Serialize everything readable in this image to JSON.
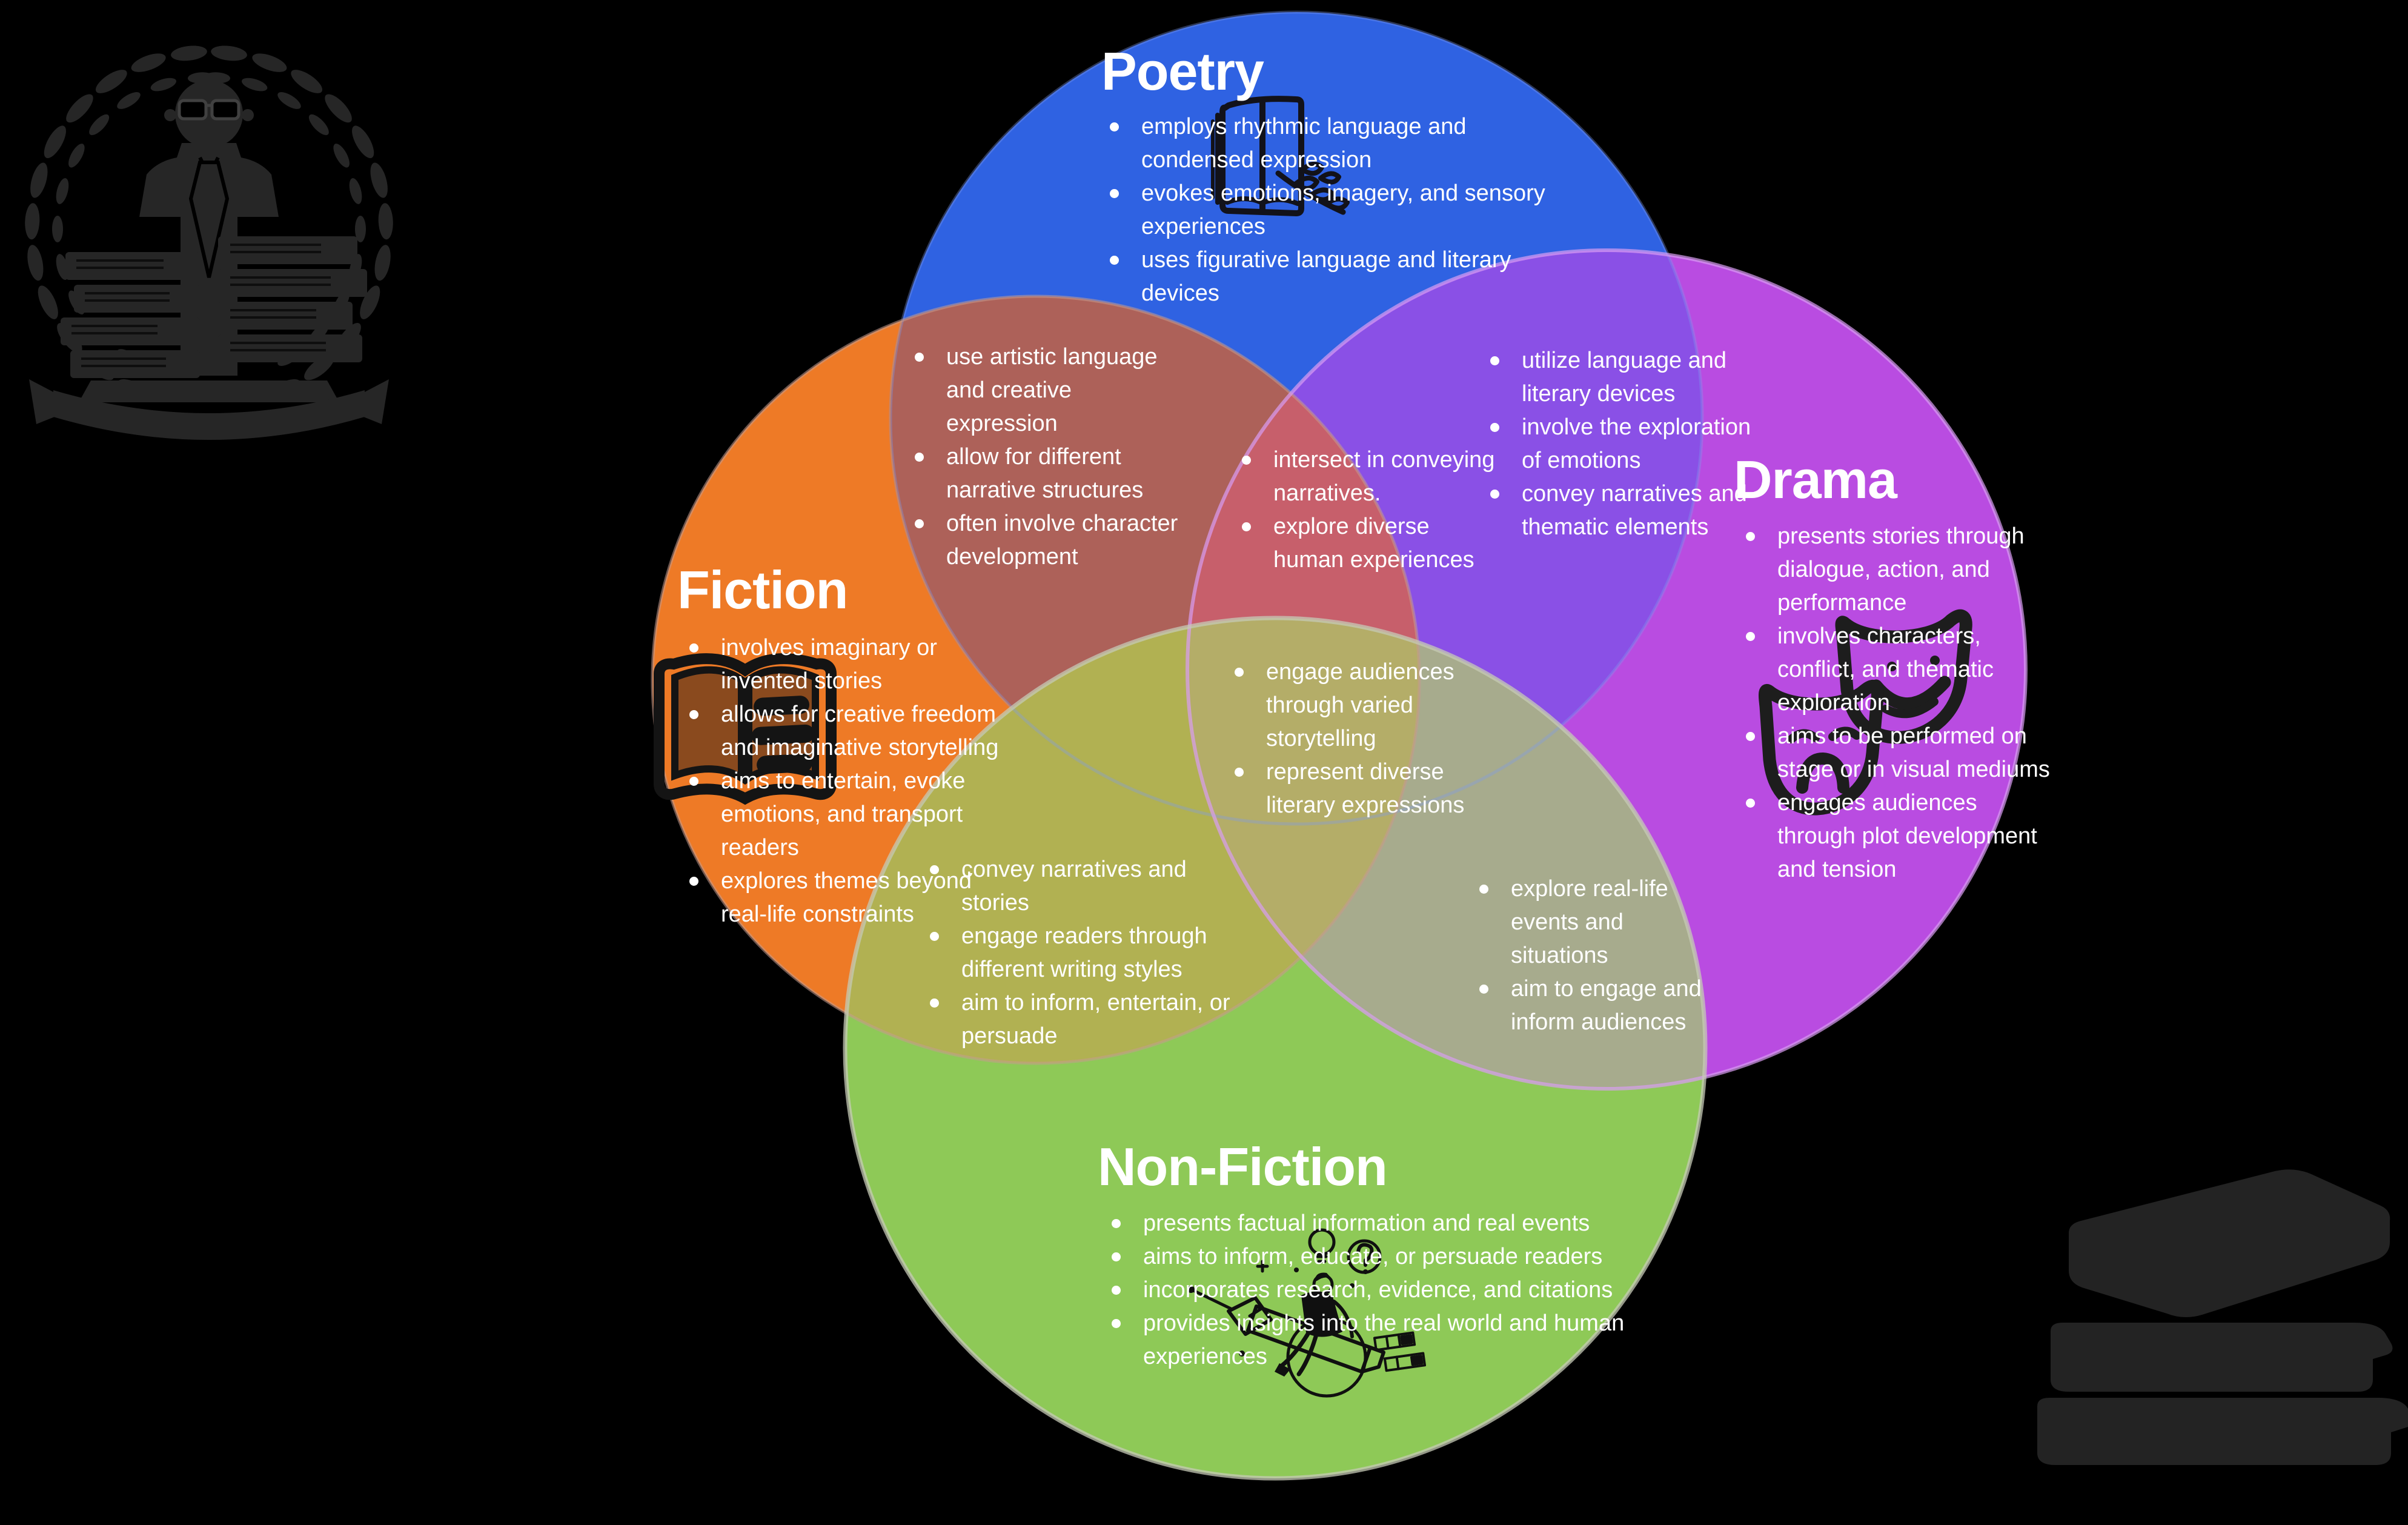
{
  "background": "#000000",
  "text_color": "#ffffff",
  "colors": {
    "poetry": "#2f62e2",
    "fiction": "#ee7a26",
    "drama": "#b94ce1",
    "nonfiction": "#8ec957",
    "poetry_fiction": "#ad6159",
    "poetry_drama": "#8a50e6",
    "poetry_fiction_drama": "#c75f6b",
    "fiction_nonfiction": "#b1b152",
    "drama_nonfiction": "#a7ab8d",
    "center": "#b4ad68"
  },
  "venn": {
    "poetry": {
      "label": "Poetry",
      "items": [
        "employs rhythmic language and condensed expression",
        "evokes emotions, imagery, and sensory experiences",
        "uses figurative language and literary devices"
      ]
    },
    "fiction": {
      "label": "Fiction",
      "items": [
        " involves imaginary or invented stories",
        "allows for creative freedom and imaginative storytelling",
        "aims to entertain, evoke emotions, and transport readers",
        "explores themes beyond real-life constraints"
      ]
    },
    "drama": {
      "label": "Drama",
      "items": [
        "presents stories through dialogue, action, and performance",
        "involves characters, conflict, and thematic exploration",
        "aims to be performed on stage or in visual mediums",
        "engages audiences through plot development and tension"
      ]
    },
    "nonfiction": {
      "label": "Non-Fiction",
      "items": [
        "presents factual information and real events",
        "aims to inform, educate, or persuade readers",
        "incorporates research, evidence, and citations",
        "provides insights into the real world and human experiences"
      ]
    },
    "poetry_fiction": {
      "items": [
        "use artistic language and creative expression",
        "allow for different narrative structures",
        "often involve character development"
      ]
    },
    "poetry_drama": {
      "items": [
        "utilize language and literary devices",
        "involve the exploration of emotions",
        "convey narratives and thematic elements"
      ]
    },
    "poetry_fiction_drama": {
      "items": [
        "intersect in conveying narratives.",
        "explore diverse human experiences"
      ]
    },
    "fiction_nonfiction": {
      "items": [
        " convey narratives and stories",
        "engage readers through different writing styles",
        "aim to inform, entertain, or persuade"
      ]
    },
    "drama_nonfiction": {
      "items": [
        "explore real-life events and situations",
        "aim to engage and inform audiences"
      ]
    },
    "center": {
      "items": [
        "engage audiences through varied storytelling",
        "represent diverse literary expressions"
      ]
    }
  },
  "icons": {
    "top_left": "scholar-books-laurel-badge",
    "poetry": "open-book-quill-doodle",
    "fiction": "open-book",
    "drama": "theater-masks",
    "nonfiction": "writer-on-pen-doodle",
    "bottom_right": "book-stack"
  }
}
